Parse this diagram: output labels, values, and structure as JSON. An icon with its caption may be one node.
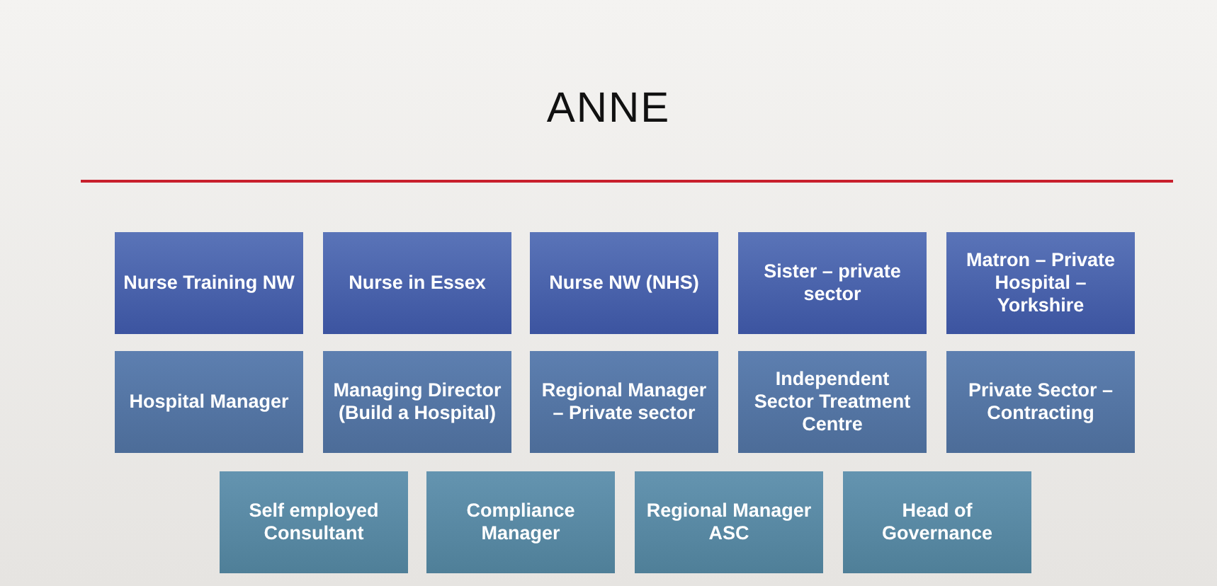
{
  "diagram": {
    "title": "ANNE",
    "nodes": [
      {
        "text": [
          "Nurse Training NW"
        ]
      },
      {
        "text": [
          "Nurse in Essex"
        ]
      },
      {
        "text": [
          "Nurse NW (NHS)"
        ]
      },
      {
        "text": [
          "Sister – private sector"
        ]
      },
      {
        "text": [
          "Matron – Private Hospital – Yorkshire"
        ]
      },
      {
        "text": [
          "Hospital Manager"
        ]
      },
      {
        "text": [
          "Managing Director (Build a Hospital)"
        ]
      },
      {
        "text": [
          "Regional Manager – Private sector"
        ]
      },
      {
        "text": [
          "Independent Sector Treatment Centre"
        ]
      },
      {
        "text": [
          "Private Sector – Contracting"
        ]
      },
      {
        "text": [
          "Self employed Consultant"
        ]
      },
      {
        "text": [
          "Compliance Manager"
        ]
      },
      {
        "text": [
          "Regional Manager ASC"
        ]
      },
      {
        "text": [
          "Head of Governance"
        ]
      }
    ]
  }
}
